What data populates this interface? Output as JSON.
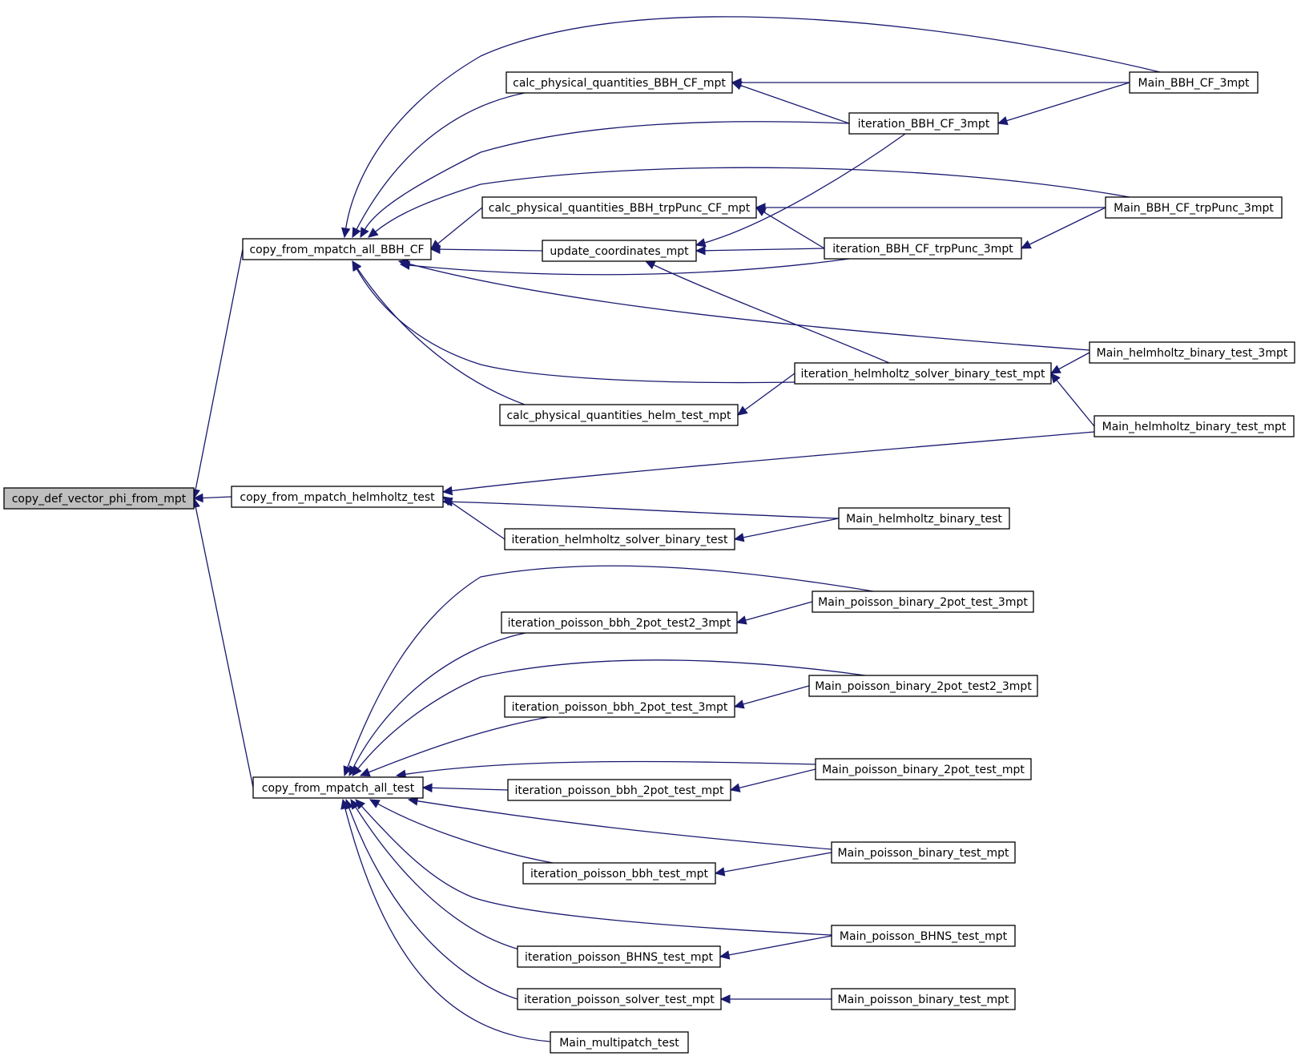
{
  "diagram": {
    "type": "call-graph",
    "colors": {
      "edge": "#191970",
      "root_fill": "#bfbfbf",
      "node_fill": "#ffffff",
      "node_stroke": "#000000"
    },
    "nodes": [
      {
        "id": "n_root",
        "label": "copy_def_vector_phi_from_mpt",
        "root": true
      },
      {
        "id": "n_all_bbh",
        "label": "copy_from_mpatch_all_BBH_CF"
      },
      {
        "id": "n_helm",
        "label": "copy_from_mpatch_helmholtz_test"
      },
      {
        "id": "n_all_test",
        "label": "copy_from_mpatch_all_test"
      },
      {
        "id": "n_calc_bbh",
        "label": "calc_physical_quantities_BBH_CF_mpt"
      },
      {
        "id": "n_calc_trp",
        "label": "calc_physical_quantities_BBH_trpPunc_CF_mpt"
      },
      {
        "id": "n_update",
        "label": "update_coordinates_mpt"
      },
      {
        "id": "n_calc_helm",
        "label": "calc_physical_quantities_helm_test_mpt"
      },
      {
        "id": "n_iter_bbh",
        "label": "iteration_BBH_CF_3mpt"
      },
      {
        "id": "n_iter_trp",
        "label": "iteration_BBH_CF_trpPunc_3mpt"
      },
      {
        "id": "n_iter_helm_mpt",
        "label": "iteration_helmholtz_solver_binary_test_mpt"
      },
      {
        "id": "n_iter_helm",
        "label": "iteration_helmholtz_solver_binary_test"
      },
      {
        "id": "n_main_bbh",
        "label": "Main_BBH_CF_3mpt"
      },
      {
        "id": "n_main_trp",
        "label": "Main_BBH_CF_trpPunc_3mpt"
      },
      {
        "id": "n_main_helm3",
        "label": "Main_helmholtz_binary_test_3mpt"
      },
      {
        "id": "n_main_helm_mpt",
        "label": "Main_helmholtz_binary_test_mpt"
      },
      {
        "id": "n_main_helm",
        "label": "Main_helmholtz_binary_test"
      },
      {
        "id": "n_iter_p2t2",
        "label": "iteration_poisson_bbh_2pot_test2_3mpt"
      },
      {
        "id": "n_iter_p2t3",
        "label": "iteration_poisson_bbh_2pot_test_3mpt"
      },
      {
        "id": "n_iter_p2m",
        "label": "iteration_poisson_bbh_2pot_test_mpt"
      },
      {
        "id": "n_iter_pbt",
        "label": "iteration_poisson_bbh_test_mpt"
      },
      {
        "id": "n_iter_bhns",
        "label": "iteration_poisson_BHNS_test_mpt"
      },
      {
        "id": "n_iter_psol",
        "label": "iteration_poisson_solver_test_mpt"
      },
      {
        "id": "n_main_multi",
        "label": "Main_multipatch_test"
      },
      {
        "id": "n_main_p2t3",
        "label": "Main_poisson_binary_2pot_test_3mpt"
      },
      {
        "id": "n_main_p2t23",
        "label": "Main_poisson_binary_2pot_test2_3mpt"
      },
      {
        "id": "n_main_p2m",
        "label": "Main_poisson_binary_2pot_test_mpt"
      },
      {
        "id": "n_main_pbt",
        "label": "Main_poisson_binary_test_mpt"
      },
      {
        "id": "n_main_bhns",
        "label": "Main_poisson_BHNS_test_mpt"
      },
      {
        "id": "n_main_pbt2",
        "label": "Main_poisson_binary_test_mpt"
      }
    ],
    "edges": [
      {
        "from": "n_all_bbh",
        "to": "n_root"
      },
      {
        "from": "n_helm",
        "to": "n_root"
      },
      {
        "from": "n_all_test",
        "to": "n_root"
      },
      {
        "from": "n_calc_bbh",
        "to": "n_all_bbh"
      },
      {
        "from": "n_calc_trp",
        "to": "n_all_bbh"
      },
      {
        "from": "n_update",
        "to": "n_all_bbh"
      },
      {
        "from": "n_calc_helm",
        "to": "n_all_bbh"
      },
      {
        "from": "n_iter_bbh",
        "to": "n_all_bbh"
      },
      {
        "from": "n_iter_trp",
        "to": "n_all_bbh"
      },
      {
        "from": "n_iter_helm_mpt",
        "to": "n_all_bbh"
      },
      {
        "from": "n_main_bbh",
        "to": "n_all_bbh"
      },
      {
        "from": "n_main_trp",
        "to": "n_all_bbh"
      },
      {
        "from": "n_main_helm3",
        "to": "n_all_bbh"
      },
      {
        "from": "n_main_bbh",
        "to": "n_calc_bbh"
      },
      {
        "from": "n_iter_bbh",
        "to": "n_calc_bbh"
      },
      {
        "from": "n_main_bbh",
        "to": "n_iter_bbh"
      },
      {
        "from": "n_main_trp",
        "to": "n_calc_trp"
      },
      {
        "from": "n_iter_trp",
        "to": "n_calc_trp"
      },
      {
        "from": "n_iter_bbh",
        "to": "n_update"
      },
      {
        "from": "n_iter_trp",
        "to": "n_update"
      },
      {
        "from": "n_iter_helm_mpt",
        "to": "n_update"
      },
      {
        "from": "n_main_trp",
        "to": "n_iter_trp"
      },
      {
        "from": "n_main_helm3",
        "to": "n_iter_helm_mpt"
      },
      {
        "from": "n_main_helm_mpt",
        "to": "n_iter_helm_mpt"
      },
      {
        "from": "n_iter_helm_mpt",
        "to": "n_calc_helm"
      },
      {
        "from": "n_main_helm_mpt",
        "to": "n_helm"
      },
      {
        "from": "n_main_helm",
        "to": "n_helm"
      },
      {
        "from": "n_iter_helm",
        "to": "n_helm"
      },
      {
        "from": "n_main_helm",
        "to": "n_iter_helm"
      },
      {
        "from": "n_iter_p2t2",
        "to": "n_all_test"
      },
      {
        "from": "n_iter_p2t3",
        "to": "n_all_test"
      },
      {
        "from": "n_iter_p2m",
        "to": "n_all_test"
      },
      {
        "from": "n_iter_pbt",
        "to": "n_all_test"
      },
      {
        "from": "n_iter_bhns",
        "to": "n_all_test"
      },
      {
        "from": "n_iter_psol",
        "to": "n_all_test"
      },
      {
        "from": "n_main_multi",
        "to": "n_all_test"
      },
      {
        "from": "n_main_p2t3",
        "to": "n_all_test"
      },
      {
        "from": "n_main_p2t23",
        "to": "n_all_test"
      },
      {
        "from": "n_main_p2m",
        "to": "n_all_test"
      },
      {
        "from": "n_main_pbt",
        "to": "n_all_test"
      },
      {
        "from": "n_main_bhns",
        "to": "n_all_test"
      },
      {
        "from": "n_main_p2t3",
        "to": "n_iter_p2t2"
      },
      {
        "from": "n_main_p2t23",
        "to": "n_iter_p2t3"
      },
      {
        "from": "n_main_p2m",
        "to": "n_iter_p2m"
      },
      {
        "from": "n_main_pbt",
        "to": "n_iter_pbt"
      },
      {
        "from": "n_main_bhns",
        "to": "n_iter_bhns"
      },
      {
        "from": "n_main_pbt2",
        "to": "n_iter_psol"
      }
    ]
  }
}
